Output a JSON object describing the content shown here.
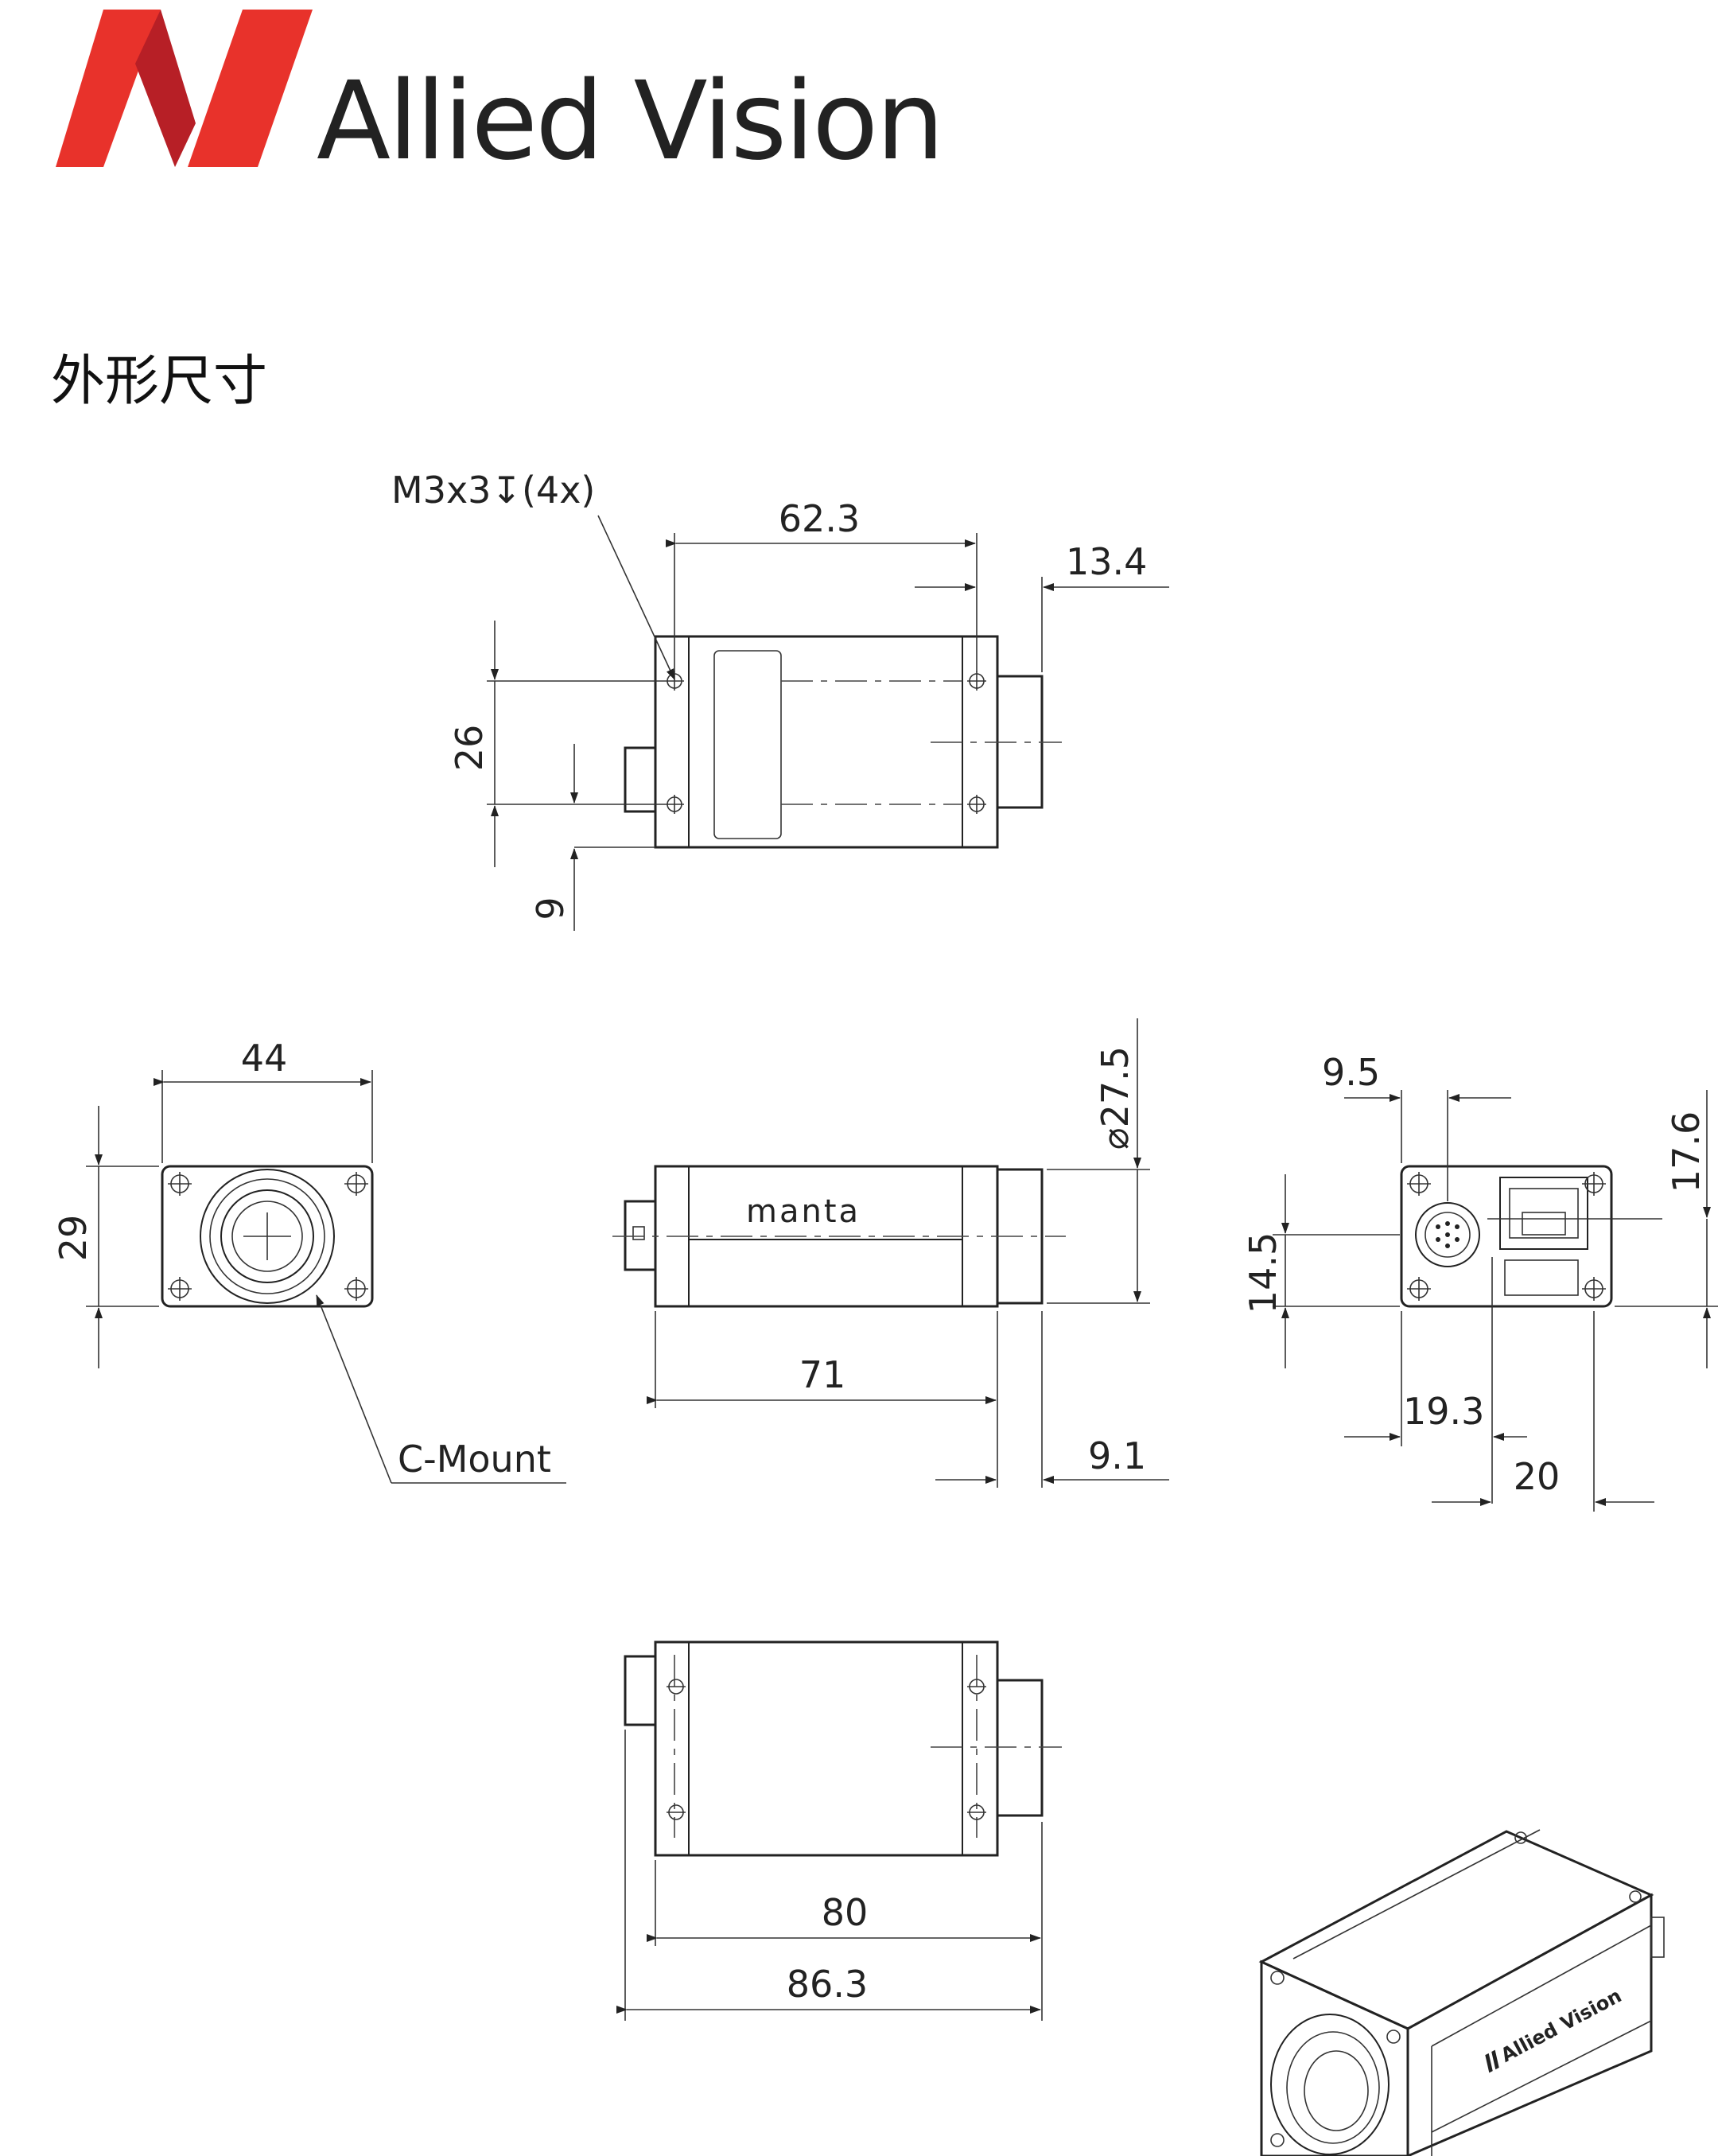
{
  "brand": {
    "name": "Allied Vision",
    "colors": {
      "primary": "#e8322b",
      "secondary": "#b71f26",
      "text": "#222222"
    }
  },
  "heading": "外形尺寸",
  "drawing": {
    "top_view": {
      "thread_callout": "M3x3↧(4x)",
      "dims": {
        "length": "62.3",
        "lens_offset": "13.4",
        "hole_spacing": "26",
        "connector_offset": "9"
      }
    },
    "front_view": {
      "dims": {
        "width": "44",
        "height": "29"
      },
      "mount_label": "C-Mount"
    },
    "side_view": {
      "product_logo": "manta",
      "dims": {
        "lens_diameter": "⌀27.5",
        "body_length": "71",
        "lens_length": "9.1"
      }
    },
    "rear_view": {
      "dims": {
        "a": "9.5",
        "b": "17.6",
        "c": "14.5",
        "d": "19.3",
        "e": "20"
      }
    },
    "bottom_view": {
      "dims": {
        "body_length": "80",
        "overall_length": "86.3"
      }
    },
    "iso_view": {
      "logo_text": "Allied Vision"
    }
  }
}
